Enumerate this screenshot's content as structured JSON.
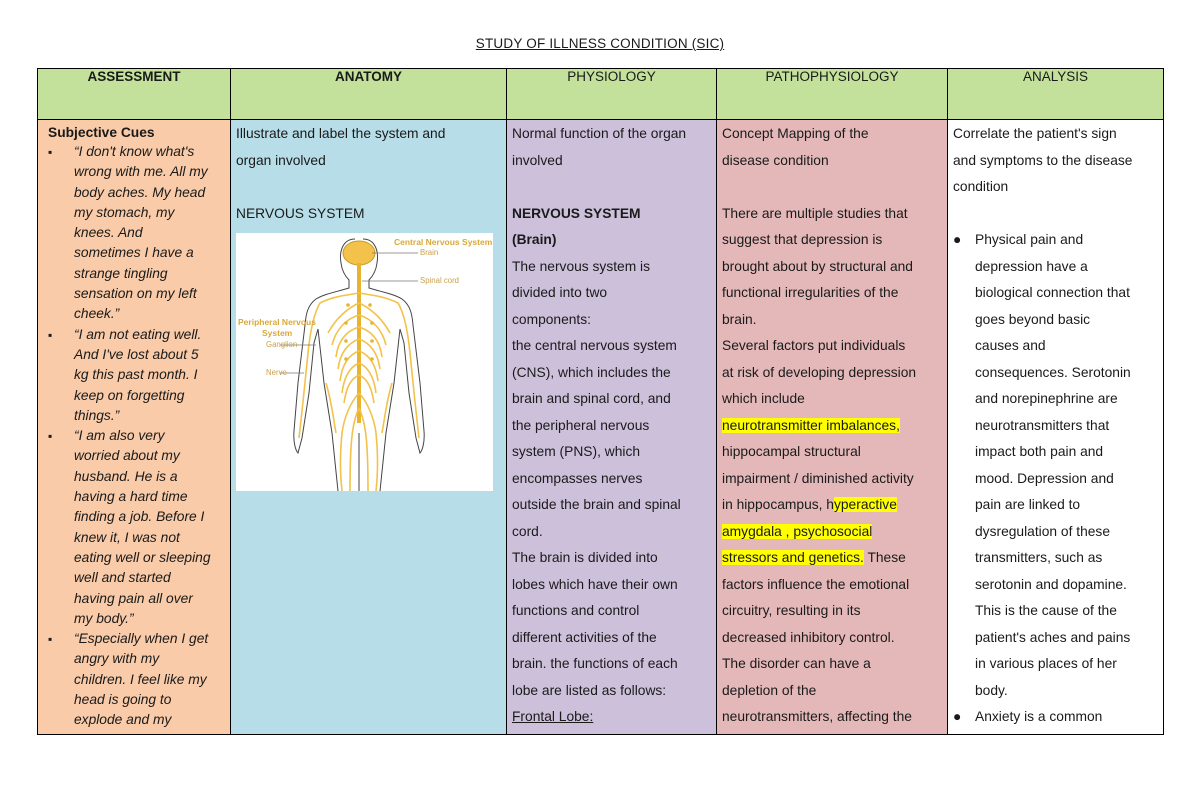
{
  "title": "STUDY OF ILLNESS CONDITION (SIC)",
  "headers": {
    "assessment": "ASSESSMENT",
    "anatomy": "ANATOMY",
    "physiology": "PHYSIOLOGY",
    "pathophysiology": "PATHOPHYSIOLOGY",
    "analysis": "ANALYSIS"
  },
  "assessment": {
    "heading": "Subjective Cues",
    "bullet_glyph": "▪",
    "cue_lines": [
      [
        "“I don't know what's",
        "wrong with me. All my",
        "body aches. My head",
        "my stomach, my",
        "knees. And",
        "sometimes I have a",
        "strange tingling",
        "sensation on my left",
        "cheek.”"
      ],
      [
        "“I am not eating well.",
        "And I've lost about 5",
        "kg this past month.   I",
        "keep on forgetting",
        "things.”"
      ],
      [
        "“I am also very",
        "worried about my",
        "husband.  He is a",
        "having a hard time",
        "finding a job.  Before I",
        "knew it, I was not",
        "eating well or sleeping",
        "well and started",
        "having pain all over",
        "my body.”"
      ],
      [
        "“Especially when I get",
        "angry with my",
        "children.  I feel like my",
        "head is going to",
        "explode and my"
      ]
    ]
  },
  "anatomy": {
    "lines": [
      "Illustrate and label the system and",
      "organ involved"
    ],
    "system": "NERVOUS SYSTEM",
    "figure_labels": {
      "cns": "Central Nervous System",
      "brain": "Brain",
      "spinal_cord": "Spinal cord",
      "pns_1": "Peripheral Nervous",
      "pns_2": "System",
      "ganglion": "Ganglion",
      "nerve": "Nerve"
    }
  },
  "physiology": {
    "intro": [
      "Normal function of the organ",
      "involved"
    ],
    "system": "NERVOUS SYSTEM",
    "organ": "(Brain)",
    "body_lines": [
      "The nervous system is",
      "divided into two",
      "components:",
      "the central nervous system",
      "(CNS), which includes the",
      "brain and spinal cord, and",
      "the peripheral nervous",
      "system (PNS), which",
      "encompasses nerves",
      "outside the brain and spinal",
      "cord.",
      "The brain is divided into",
      "lobes which have their own",
      "functions and control",
      "different activities of the",
      "brain. the functions of each",
      "lobe are listed as follows:"
    ],
    "subhead": "Frontal Lobe:"
  },
  "pathophysiology": {
    "intro": [
      "Concept Mapping of the",
      "disease condition"
    ],
    "line1": "There are multiple studies that",
    "line2": "suggest that depression is",
    "line3": "brought about by structural and",
    "line4": "functional irregularities of the",
    "line5": "brain.",
    "line6": "Several factors put individuals",
    "line7": "at risk of developing depression",
    "line8": "which include",
    "line9_hl": "neurotransmitter imbalances,",
    "line10": "hippocampal structural",
    "line11": "impairment / diminished activity",
    "line12_pre": "in hippocampus, h",
    "line12_hl": "yperactive",
    "line13_hl": "amygdala , psychosocial",
    "line14_hl": "stressors and genetics.",
    "line14_post": " These",
    "line15": "factors influence the emotional",
    "line16": "circuitry, resulting in its",
    "line17": "decreased inhibitory control.",
    "line18": "The disorder can have a",
    "line19": "depletion of the",
    "line20": "neurotransmitters, affecting the"
  },
  "analysis": {
    "intro": [
      "Correlate the patient's sign",
      "and symptoms to the disease",
      "condition"
    ],
    "bullet_glyph": "●",
    "item1_lines": [
      "Physical pain and",
      "depression have a",
      "biological connection that",
      "goes beyond basic",
      "causes and",
      "consequences. Serotonin",
      "and norepinephrine are",
      "neurotransmitters that",
      "impact both pain and",
      "mood. Depression and",
      "pain are linked to",
      "dysregulation of these",
      "transmitters, such as",
      "serotonin and dopamine.",
      "This is the cause of the",
      "patient's aches and pains",
      "in various places of her",
      "body."
    ],
    "item2_lines": [
      "Anxiety is a common"
    ]
  },
  "colors": {
    "header_bg": "#c3e19b",
    "assessment_bg": "#f9cba8",
    "anatomy_bg": "#b6dde8",
    "physiology_bg": "#cdc0db",
    "pathophysiology_bg": "#e4b8b9",
    "highlight": "#ffff00",
    "nerve": "#f2c24a"
  }
}
